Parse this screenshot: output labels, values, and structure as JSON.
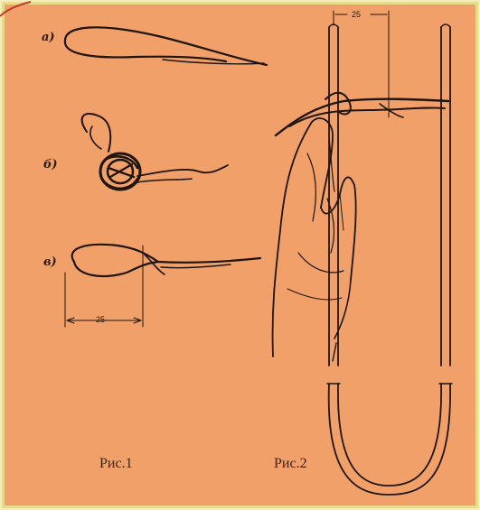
{
  "labels": {
    "a": "а)",
    "b": "б)",
    "c": "в)"
  },
  "captions": {
    "fig1": "Рис.1",
    "fig2": "Рис.2"
  },
  "dimensions": {
    "fig1": "25",
    "fig2": "25"
  },
  "colors": {
    "background": "#f0a068",
    "frame": "#e8dc88",
    "ink": "#2a1a12"
  }
}
